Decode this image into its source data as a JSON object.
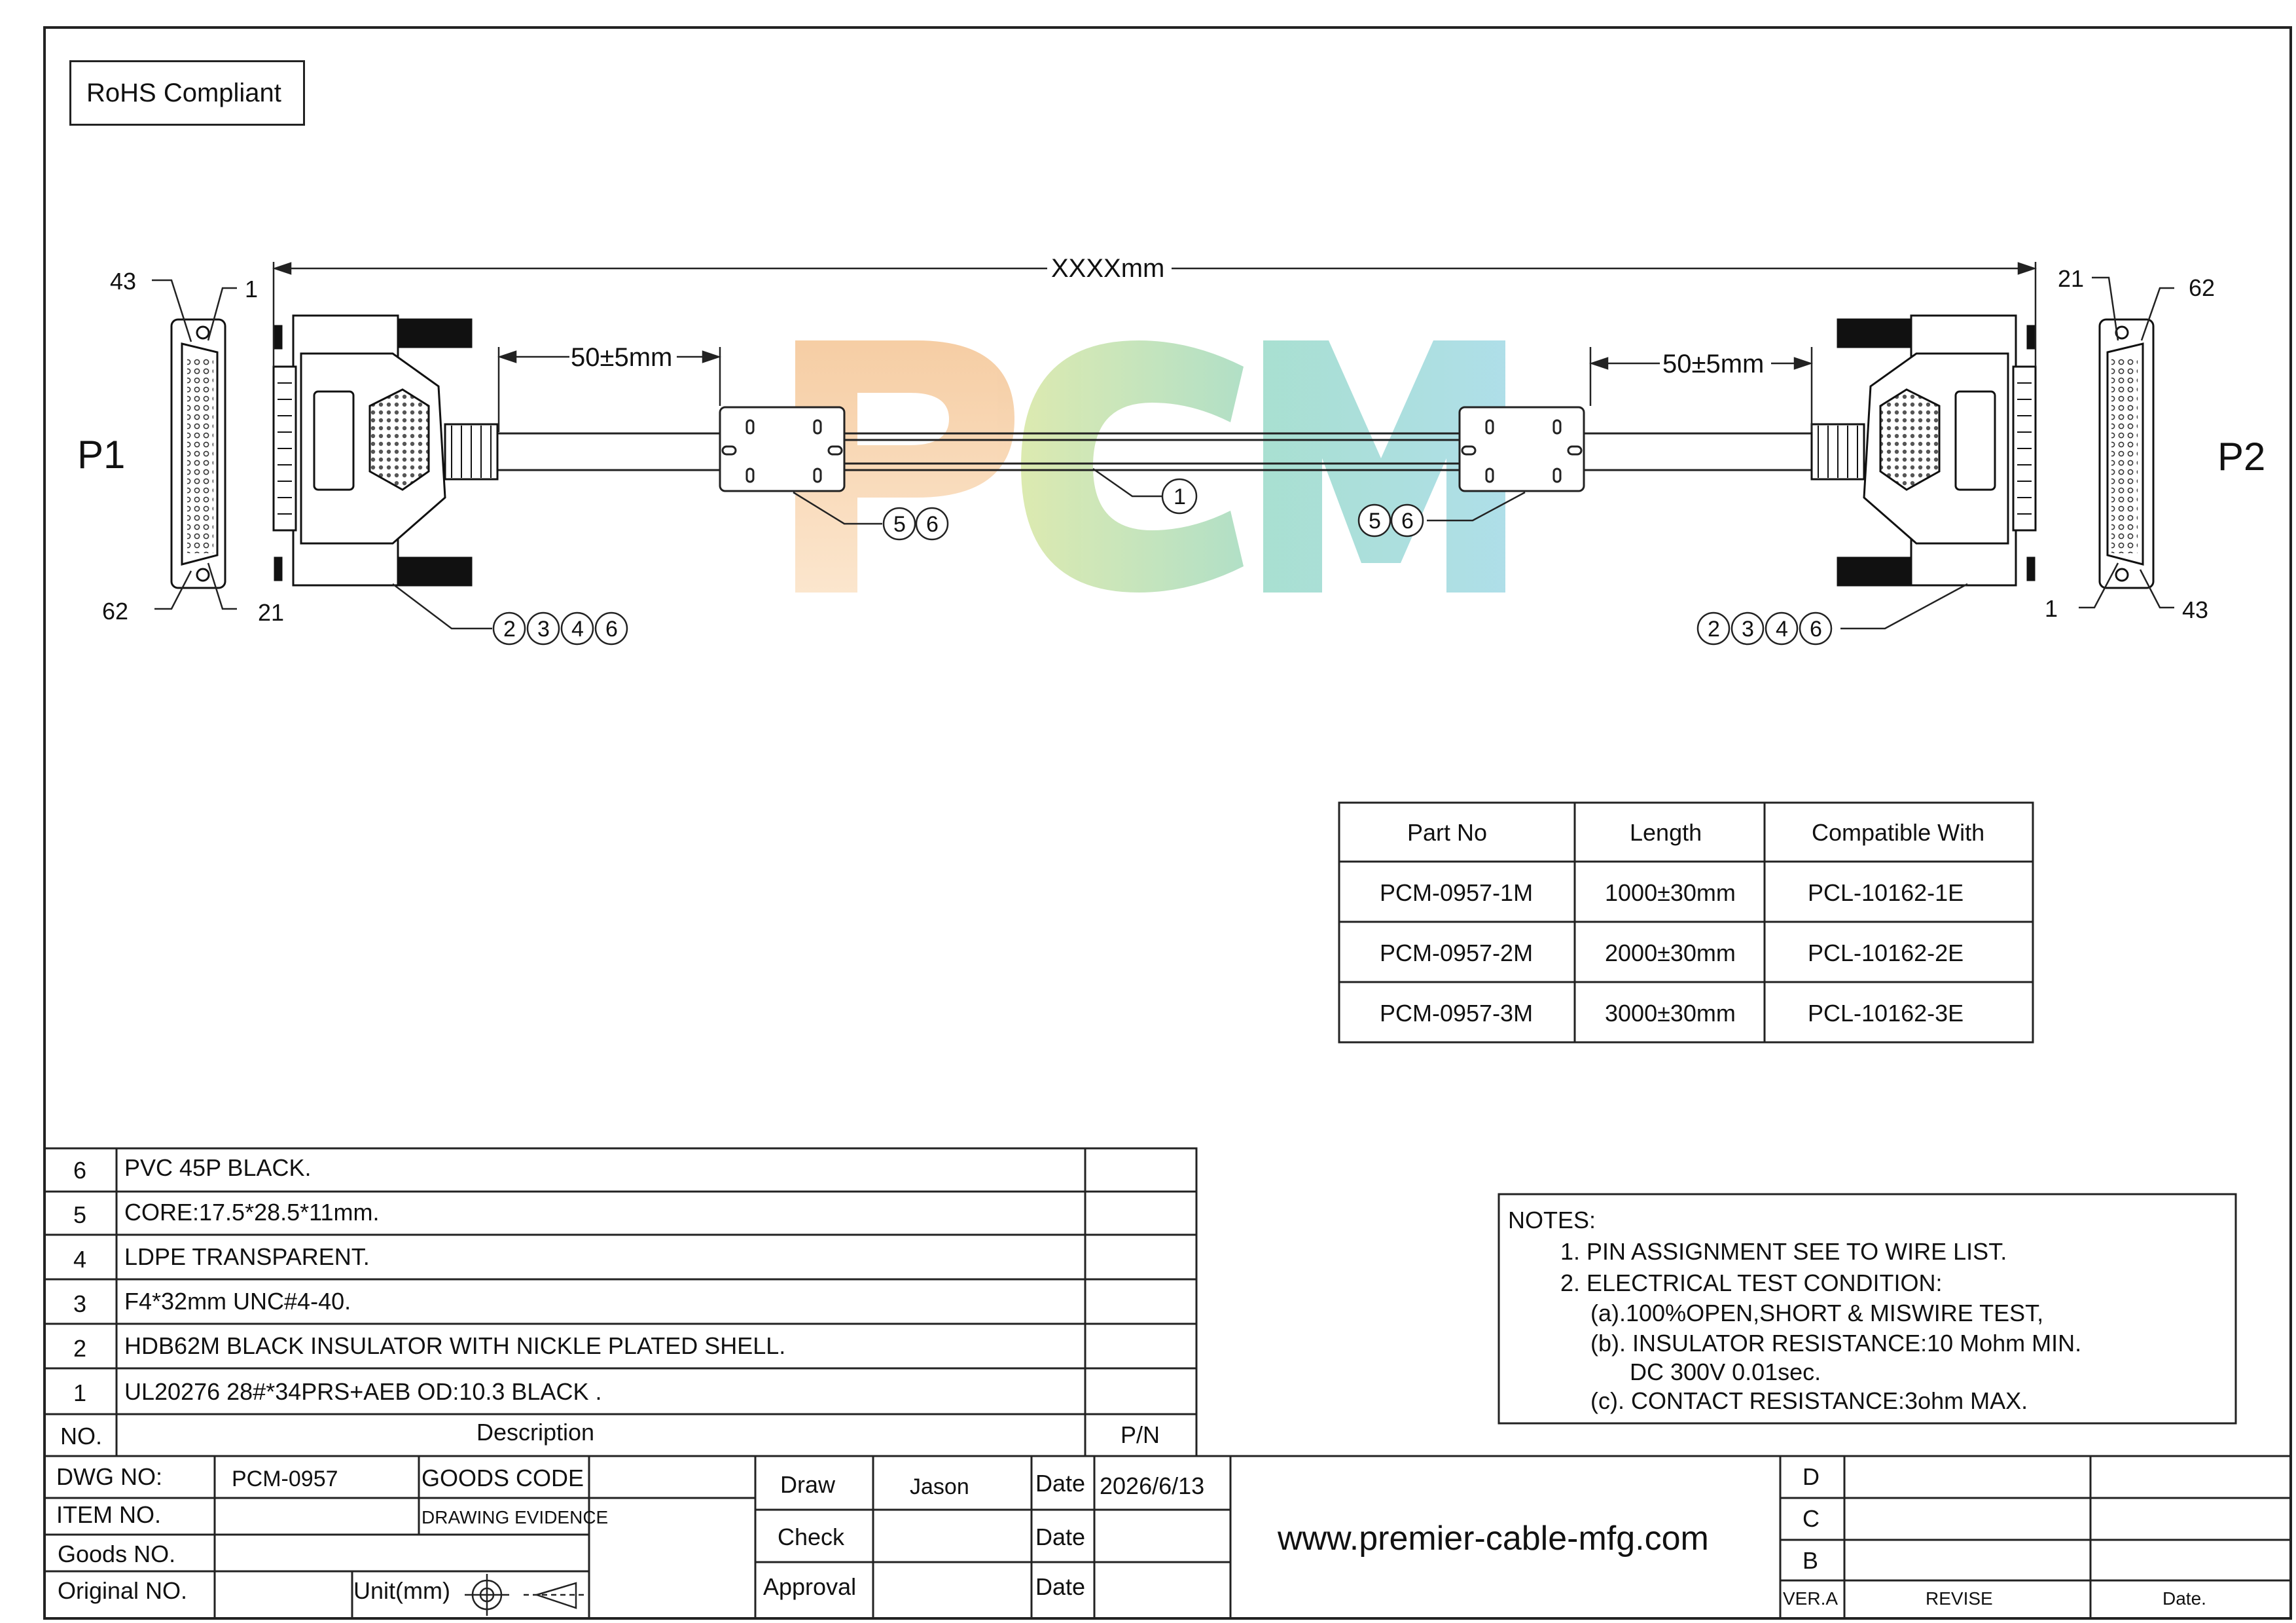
{
  "rohs": "RoHS Compliant",
  "watermark": "PCM",
  "drawing": {
    "overall_length": "XXXXmm",
    "strip_left": "50±5mm",
    "strip_right": "50±5mm",
    "p1": "P1",
    "p2": "P2",
    "pins_left": {
      "top_left": "43",
      "top_right": "1",
      "bottom_left": "62",
      "bottom_right": "21"
    },
    "pins_right": {
      "top_left": "21",
      "top_right": "62",
      "bottom_left": "1",
      "bottom_right": "43"
    },
    "balloon_cable": "1",
    "balloons_ferrite": [
      "5",
      "6"
    ],
    "balloons_connector": [
      "2",
      "3",
      "4",
      "6"
    ]
  },
  "part_table": {
    "headers": [
      "Part No",
      "Length",
      "Compatible With"
    ],
    "rows": [
      [
        "PCM-0957-1M",
        "1000±30mm",
        "PCL-10162-1E"
      ],
      [
        "PCM-0957-2M",
        "2000±30mm",
        "PCL-10162-2E"
      ],
      [
        "PCM-0957-3M",
        "3000±30mm",
        "PCL-10162-3E"
      ]
    ]
  },
  "bom": {
    "rows": [
      {
        "no": "6",
        "desc": "PVC 45P BLACK."
      },
      {
        "no": "5",
        "desc": "CORE:17.5*28.5*11mm."
      },
      {
        "no": "4",
        "desc": "LDPE TRANSPARENT."
      },
      {
        "no": "3",
        "desc": "F4*32mm UNC#4-40."
      },
      {
        "no": "2",
        "desc": "HDB62M BLACK INSULATOR WITH NICKLE PLATED SHELL."
      },
      {
        "no": "1",
        "desc": "UL20276 28#*34PRS+AEB OD:10.3   BLACK ."
      }
    ],
    "header_no": "NO.",
    "header_desc": "Description",
    "header_pn": "P/N"
  },
  "notes": {
    "title": "NOTES:",
    "lines": [
      "1. PIN ASSIGNMENT SEE TO WIRE LIST.",
      "2. ELECTRICAL TEST CONDITION:",
      "(a).100%OPEN,SHORT & MISWIRE TEST,",
      "(b). INSULATOR RESISTANCE:10 Mohm MIN.",
      "DC 300V 0.01sec.",
      "(c). CONTACT RESISTANCE:3ohm MAX."
    ]
  },
  "title_block": {
    "dwg_no_label": "DWG NO:",
    "dwg_no": "PCM-0957",
    "goods_code_label": "GOODS CODE",
    "item_no_label": "ITEM NO.",
    "drawing_evidence_label": "DRAWING EVIDENCE",
    "goods_no_label": "Goods NO.",
    "original_no_label": "Original NO.",
    "unit_label": "Unit(mm)",
    "draw_label": "Draw",
    "draw_name": "Jason",
    "date_label": "Date",
    "date_value": "2026/6/13",
    "check_label": "Check",
    "approval_label": "Approval",
    "website": "www.premier-cable-mfg.com",
    "rev_d": "D",
    "rev_c": "C",
    "rev_b": "B",
    "ver": "VER.A",
    "revise": "REVISE",
    "date_col": "Date."
  },
  "colors": {
    "line": "#222222",
    "connector": "#111111",
    "wm_p": "#f3c9a0",
    "wm_c": "#b6e0b8",
    "wm_m": "#a8dde0"
  }
}
